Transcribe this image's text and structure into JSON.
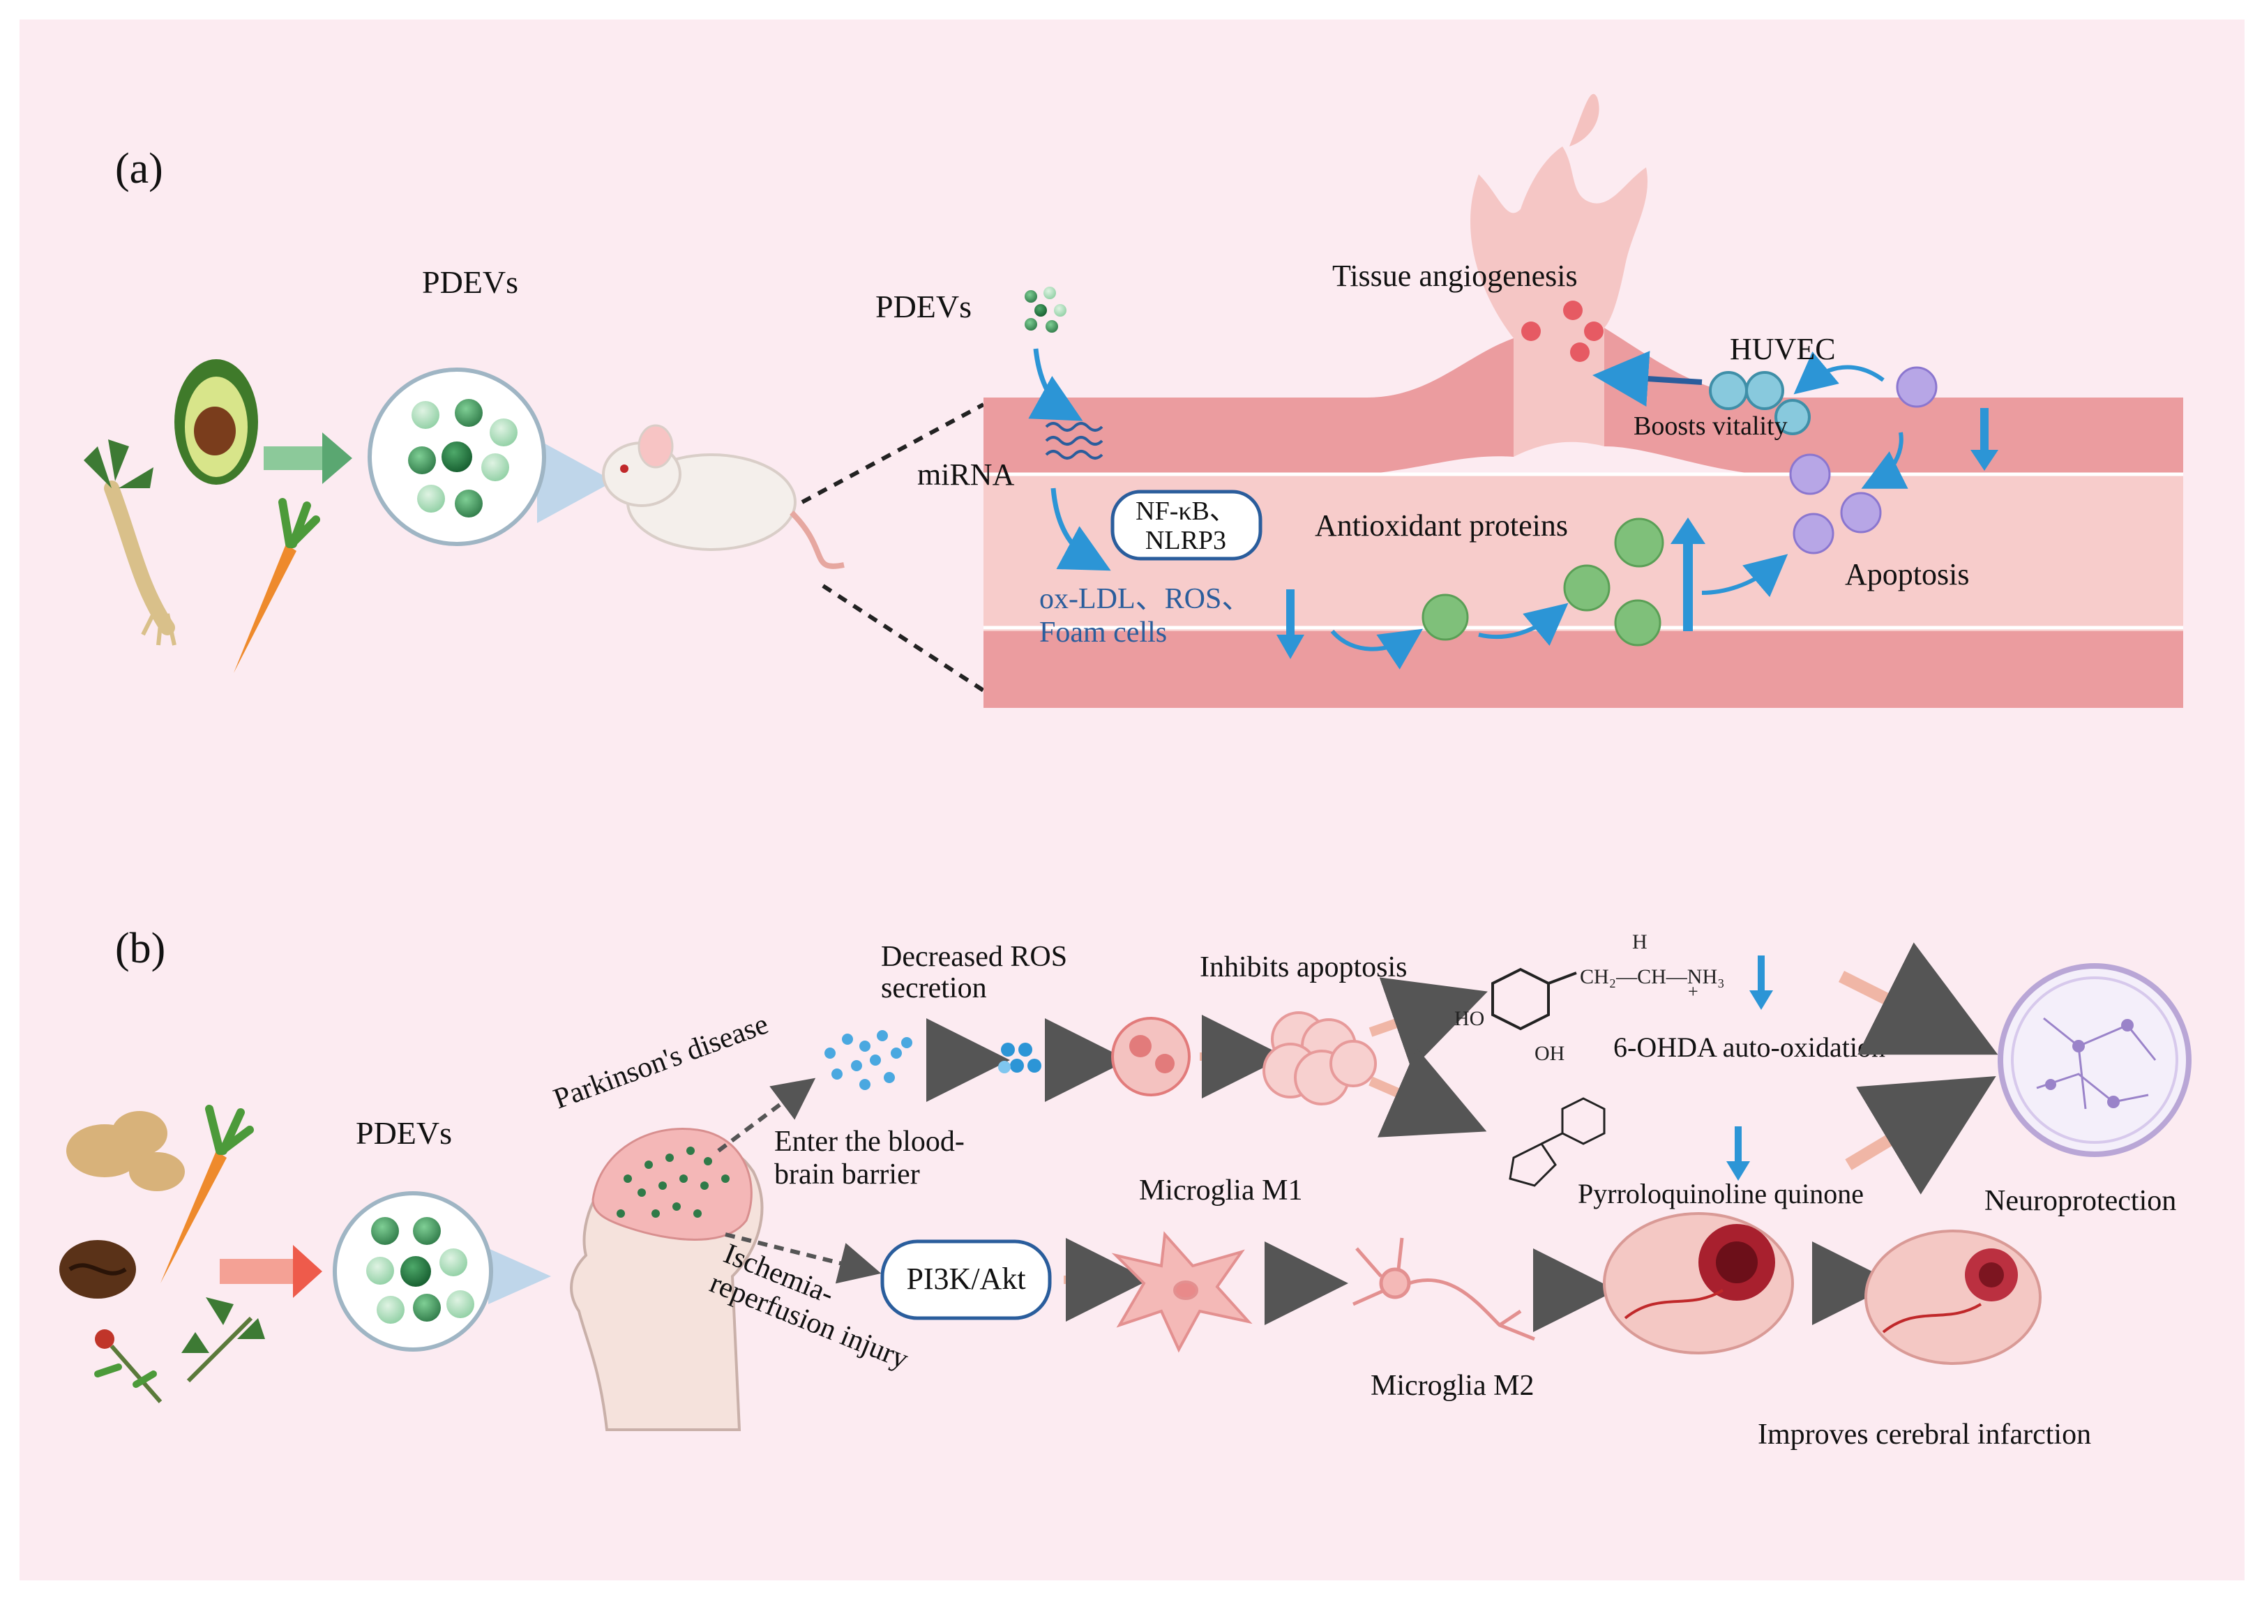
{
  "panel_a": {
    "label": "(a)",
    "pdevs_left": "PDEVs",
    "pdevs_injected": "PDEVs",
    "mirna": "miRNA",
    "nfkb_nlrp3": [
      "NF-κB、",
      "NLRP3"
    ],
    "ox_ldl": "ox-LDL、ROS、",
    "foam_cells": "Foam cells",
    "antioxidant": "Antioxidant proteins",
    "tissue_angiogenesis": "Tissue angiogenesis",
    "huvec": "HUVEC",
    "boosts_vitality": "Boosts vitality",
    "apoptosis": "Apoptosis"
  },
  "panel_b": {
    "label": "(b)",
    "pdevs": "PDEVs",
    "parkinsons": "Parkinson's disease",
    "decreased_ros": [
      "Decreased ROS",
      "secretion"
    ],
    "inhibits_apoptosis": "Inhibits apoptosis",
    "enter_bbb": [
      "Enter the blood-",
      "brain barrier"
    ],
    "ischemia": [
      "Ischemia-",
      "reperfusion injury"
    ],
    "pi3k": "PI3K/Akt",
    "microglia_m1": "Microglia M1",
    "microglia_m2": "Microglia M2",
    "ohda": "6-OHDA auto-oxidation",
    "pqq": "Pyrroloquinoline quinone",
    "neuroprotection": "Neuroprotection",
    "cerebral": "Improves cerebral infarction",
    "chem_h": "H",
    "chem_chain": "CH₂—CH—NH₃",
    "chem_plus": "+",
    "chem_ho": "HO",
    "chem_oh": "OH"
  },
  "colors": {
    "background": "#fcebf1",
    "vessel_outer": "#eb9c9f",
    "vessel_inner": "#f7cccb",
    "blue_text": "#2a5d9c",
    "arrow_blue": "#2c95d6",
    "green_ev": "#3c8f5a",
    "pink_arrow": "#f0b6a6",
    "red_arrow": "#ee6a5a"
  }
}
